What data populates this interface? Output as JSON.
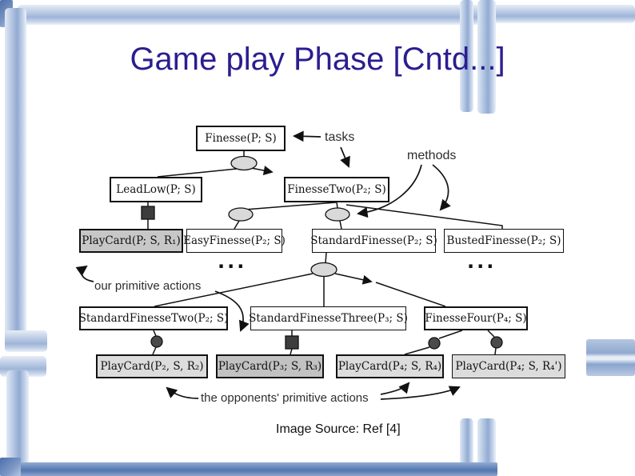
{
  "slide": {
    "title": "Game play Phase [Cntd...]",
    "caption": "Image Source: Ref [4]"
  },
  "diagram": {
    "labels": {
      "tasks": "tasks",
      "methods": "methods",
      "our_primitive": "our primitive actions",
      "opponents_primitive": "the opponents' primitive actions",
      "ellipsis_left": "...",
      "ellipsis_right": "..."
    },
    "nodes": {
      "finesse": {
        "label": "Finesse(P; S)"
      },
      "leadlow": {
        "label": "LeadLow(P; S)"
      },
      "finessetwo": {
        "label": "FinesseTwo(P₂; S)"
      },
      "playcard1": {
        "label": "PlayCard(P; S, R₁)"
      },
      "easyfinesse": {
        "label": "EasyFinesse(P₂; S)"
      },
      "standardfinesse": {
        "label": "StandardFinesse(P₂; S)"
      },
      "bustedfinesse": {
        "label": "BustedFinesse(P₂; S)"
      },
      "sftwo": {
        "label": "StandardFinesseTwo(P₂; S)"
      },
      "sfthree": {
        "label": "StandardFinesseThree(P₃; S)"
      },
      "finessefour": {
        "label": "FinesseFour(P₄; S)"
      },
      "playcard2": {
        "label": "PlayCard(P₂, S, R₂)"
      },
      "playcard3": {
        "label": "PlayCard(P₃; S, R₃)"
      },
      "playcard4": {
        "label": "PlayCard(P₄; S, R₄)"
      },
      "playcard4p": {
        "label": "PlayCard(P₄; S, R₄')"
      }
    }
  },
  "colors": {
    "title": "#2b1d90",
    "frame_light_blue": "#b6c8e4",
    "frame_dark_blue": "#5477ae",
    "node_gray": "#c7c7c7",
    "node_light_gray": "#dcdcdc",
    "connector_fill": "#d9d9d9",
    "square_fill": "#3d3d3d",
    "dot_fill": "#4a4a4a",
    "line_color": "#111111"
  }
}
